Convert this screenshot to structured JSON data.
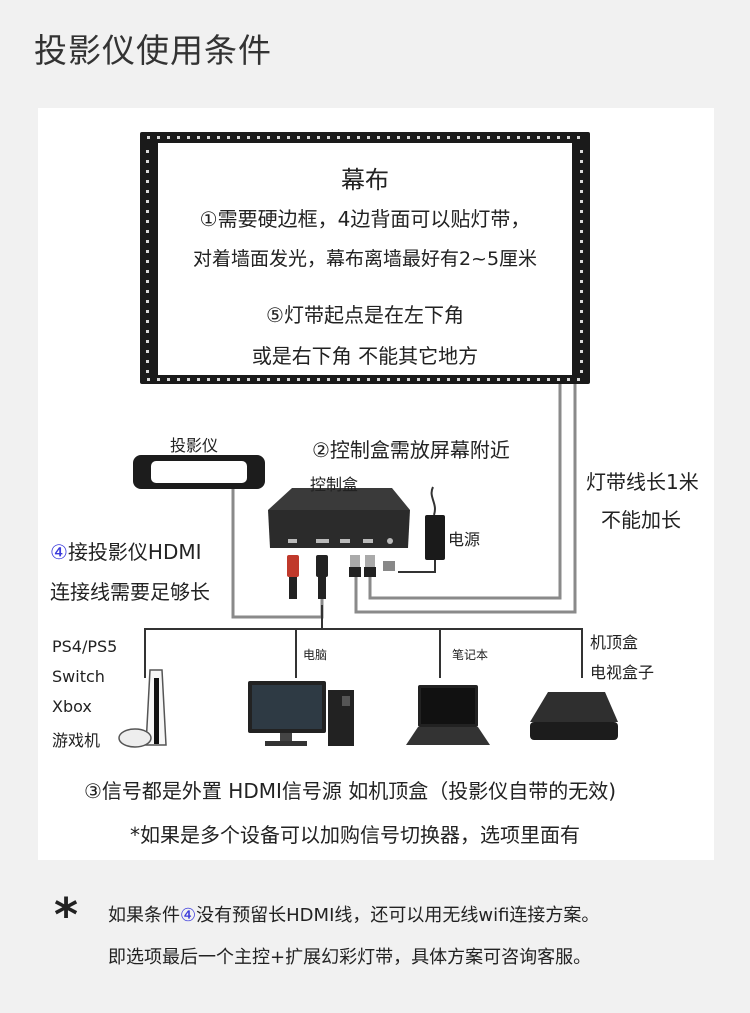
{
  "page": {
    "title": "投影仪使用条件"
  },
  "screen": {
    "title": "幕布",
    "note1_line1": "①需要硬边框，4边背面可以贴灯带，",
    "note1_line2": "对着墙面发光，幕布离墙最好有2~5厘米",
    "note5_line1": "⑤灯带起点是在左下角",
    "note5_line2": "或是右下角 不能其它地方"
  },
  "labels": {
    "projector": "投影仪",
    "control_box_note": "②控制盒需放屏幕附近",
    "control_box": "控制盒",
    "power": "电源",
    "strip_line1": "灯带线长1米",
    "strip_line2": "不能加长",
    "hdmi_num": "④",
    "hdmi_line1": "接投影仪HDMI",
    "hdmi_line2": "连接线需要足够长",
    "consoles": [
      "PS4/PS5",
      "Switch",
      "Xbox",
      "游戏机"
    ],
    "computer": "电脑",
    "laptop": "笔记本",
    "stb_line1": "机顶盒",
    "stb_line2": "电视盒子",
    "signal_note": "③信号都是外置 HDMI信号源 如机顶盒（投影仪自带的无效)",
    "switcher_note": "*如果是多个设备可以加购信号切换器，选项里面有"
  },
  "footer": {
    "star": "*",
    "line1_pre": "如果条件",
    "line1_num": "④",
    "line1_post": "没有预留长HDMI线，还可以用无线wifi连接方案。",
    "line2": "即选项最后一个主控+扩展幻彩灯带，具体方案可咨询客服。"
  },
  "colors": {
    "accent_blue": "#3a3adb",
    "line_gray": "#888888",
    "device_dark": "#2b2b2b"
  }
}
